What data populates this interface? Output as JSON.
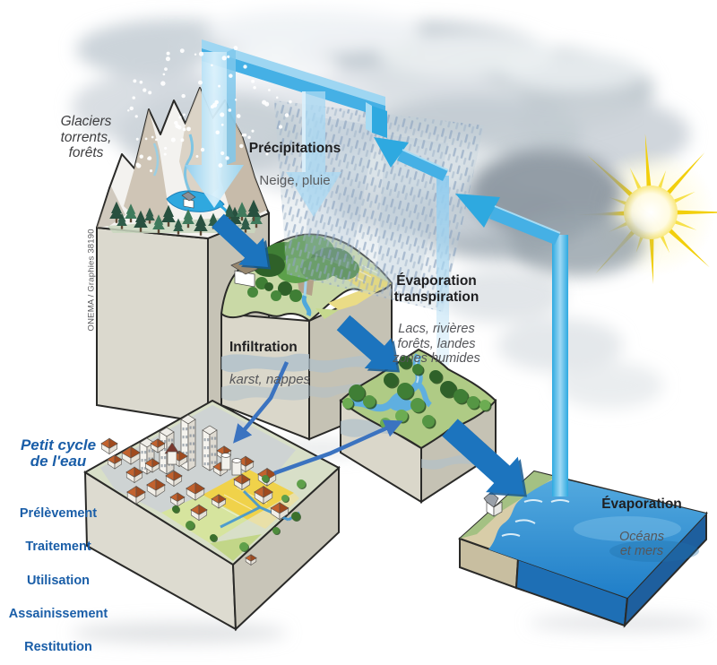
{
  "diagram": {
    "credit": "ONEMA / Graphies 38190",
    "labels": {
      "glaciers": "Glaciers\ntorrents,\nforêts",
      "precipitations_title": "Précipitations",
      "precipitations_sub": "Neige, pluie",
      "evapotranspiration_title": "Évaporation\ntranspiration",
      "evapotranspiration_sub": "Lacs, rivières\nforêts, landes\nzones humides",
      "infiltration_title": "Infiltration",
      "infiltration_sub": "karst, nappes",
      "small_cycle_title": "Petit cycle\nde l'eau",
      "small_cycle_steps": [
        "Prélèvement",
        "Traitement",
        "Utilisation",
        "Assainissement",
        "Restitution"
      ],
      "evaporation_ocean_title": "Évaporation",
      "evaporation_ocean_sub": "Océans\net mers"
    },
    "colors": {
      "arrow_light_blue": "#45B0E5",
      "arrow_dark_blue": "#1C74BE",
      "thin_arrow_blue": "#3B73C0",
      "text_dark": "#1F1F21",
      "text_grey": "#55565A",
      "text_blue": "#1A5EA8",
      "sun_yellow": "#F2CF0C",
      "ocean_blue": "#2F8FD0",
      "ground_grey": "#D9D6C9",
      "vegetation_green": "#4E8C3C"
    }
  }
}
